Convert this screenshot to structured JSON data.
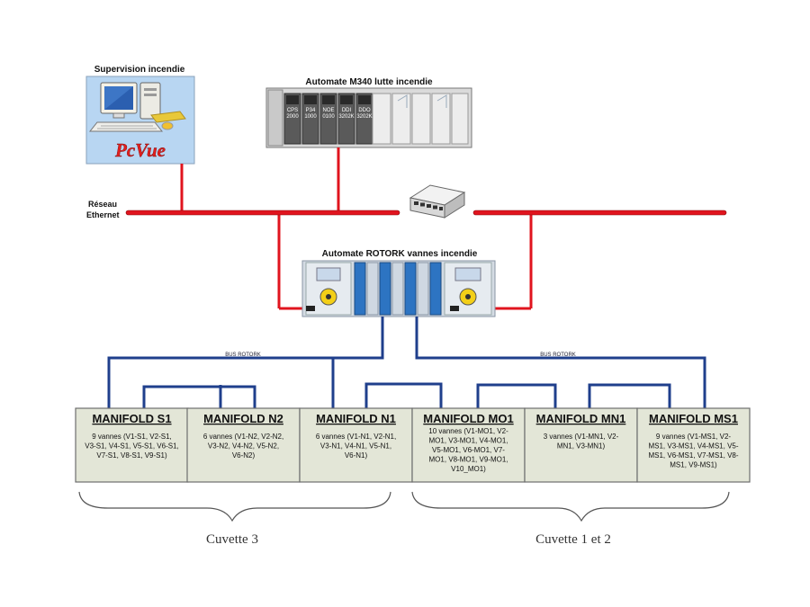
{
  "supervision": {
    "title": "Supervision incendie",
    "software": "PcVue"
  },
  "plc_m340": {
    "title": "Automate M340 lutte incendie",
    "modules": [
      "CPS 2000",
      "P34 1000",
      "NOE 0100",
      "DDI 3202K",
      "DDO 3202K"
    ]
  },
  "network": {
    "label_line1": "Réseau",
    "label_line2": "Ethernet"
  },
  "rotork": {
    "title": "Automate ROTORK vannes incendie"
  },
  "bus_left_label": "BUS ROTORK",
  "bus_right_label": "BUS ROTORK",
  "manifolds": [
    {
      "title": "MANIFOLD S1",
      "lines": [
        "9 vannes (V1-S1, V2-S1,",
        "V3-S1, V4-S1, V5-S1, V6-S1,",
        "V7-S1, V8-S1, V9-S1)"
      ]
    },
    {
      "title": "MANIFOLD N2",
      "lines": [
        "6 vannes (V1-N2, V2-N2,",
        "V3-N2, V4-N2, V5-N2,",
        "V6-N2)"
      ]
    },
    {
      "title": "MANIFOLD N1",
      "lines": [
        "6 vannes (V1-N1, V2-N1,",
        "V3-N1, V4-N1, V5-N1,",
        "V6-N1)"
      ]
    },
    {
      "title": "MANIFOLD MO1",
      "lines": [
        "10 vannes (V1-MO1, V2-",
        "MO1, V3-MO1, V4-MO1,",
        "V5-MO1, V6-MO1, V7-",
        "MO1, V8-MO1, V9-MO1,",
        "V10_MO1)"
      ]
    },
    {
      "title": "MANIFOLD MN1",
      "lines": [
        "3 vannes (V1-MN1, V2-",
        "MN1, V3-MN1)"
      ]
    },
    {
      "title": "MANIFOLD MS1",
      "lines": [
        "9 vannes (V1-MS1, V2-",
        "MS1, V3-MS1, V4-MS1, V5-",
        "MS1, V6-MS1, V7-MS1, V8-",
        "MS1, V9-MS1)"
      ]
    }
  ],
  "groups": [
    {
      "label": "Cuvette 3"
    },
    {
      "label": "Cuvette 1 et 2"
    }
  ],
  "colors": {
    "ethernet": "#e0141e",
    "bus": "#1f3f8c",
    "manifold_fill": "#e3e6d7",
    "manifold_border": "#6e6e6e",
    "supervision_bg": "#b8d6f2"
  }
}
